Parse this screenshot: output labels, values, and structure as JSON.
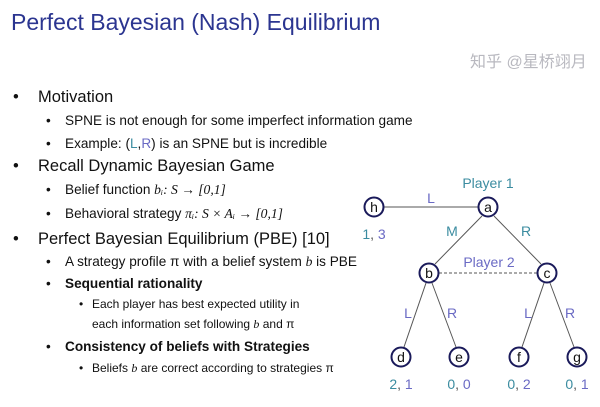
{
  "title": "Perfect Bayesian (Nash) Equilibrium",
  "bullets": {
    "motivation": "Motivation",
    "spne_not_enough": "SPNE is not enough for some imperfect information game",
    "example_prefix": "Example: (",
    "example_L": "L",
    "example_comma": ",",
    "example_R": "R",
    "example_suffix": ") is an SPNE but is incredible",
    "recall": "Recall Dynamic Bayesian Game",
    "belief_label": "Belief function ",
    "belief_math": "bᵢ: S → [0,1]",
    "behavioral_label": "Behavioral strategy ",
    "behavioral_math": "πᵢ: S × Aᵢ → [0,1]",
    "pbe": "Perfect Bayesian Equilibrium (PBE) [10]",
    "profile_prefix": "A strategy profile π  with a belief system ",
    "profile_b": "b",
    "profile_suffix": " is PBE",
    "seq_rationality": "Sequential rationality",
    "seq_line1": "Each player has best expected utility in",
    "seq_line2_prefix": "each information set following ",
    "seq_line2_b": "b",
    "seq_line2_suffix": " and π",
    "consistency": "Consistency of beliefs with Strategies",
    "beliefs_prefix": "Beliefs ",
    "beliefs_b": "b",
    "beliefs_suffix": " are correct according to strategies π"
  },
  "game_tree": {
    "player1": "Player 1",
    "player2": "Player 2",
    "nodes": {
      "h": "h",
      "a": "a",
      "b": "b",
      "c": "c",
      "d": "d",
      "e": "e",
      "f": "f",
      "g": "g"
    },
    "edges": {
      "a_h": "L",
      "a_b": "M",
      "a_c": "R",
      "b_d": "L",
      "b_e": "R",
      "c_f": "L",
      "c_g": "R"
    },
    "payoffs": {
      "h": [
        "1",
        "3"
      ],
      "d": [
        "2",
        "1"
      ],
      "e": [
        "0",
        "0"
      ],
      "f": [
        "0",
        "2"
      ],
      "g": [
        "0",
        "1"
      ]
    },
    "colors": {
      "player1": "#3b8ca0",
      "player2": "#6a6ac4",
      "node_stroke": "#1a1a5a"
    }
  },
  "watermark": "知乎 @星桥翊月"
}
